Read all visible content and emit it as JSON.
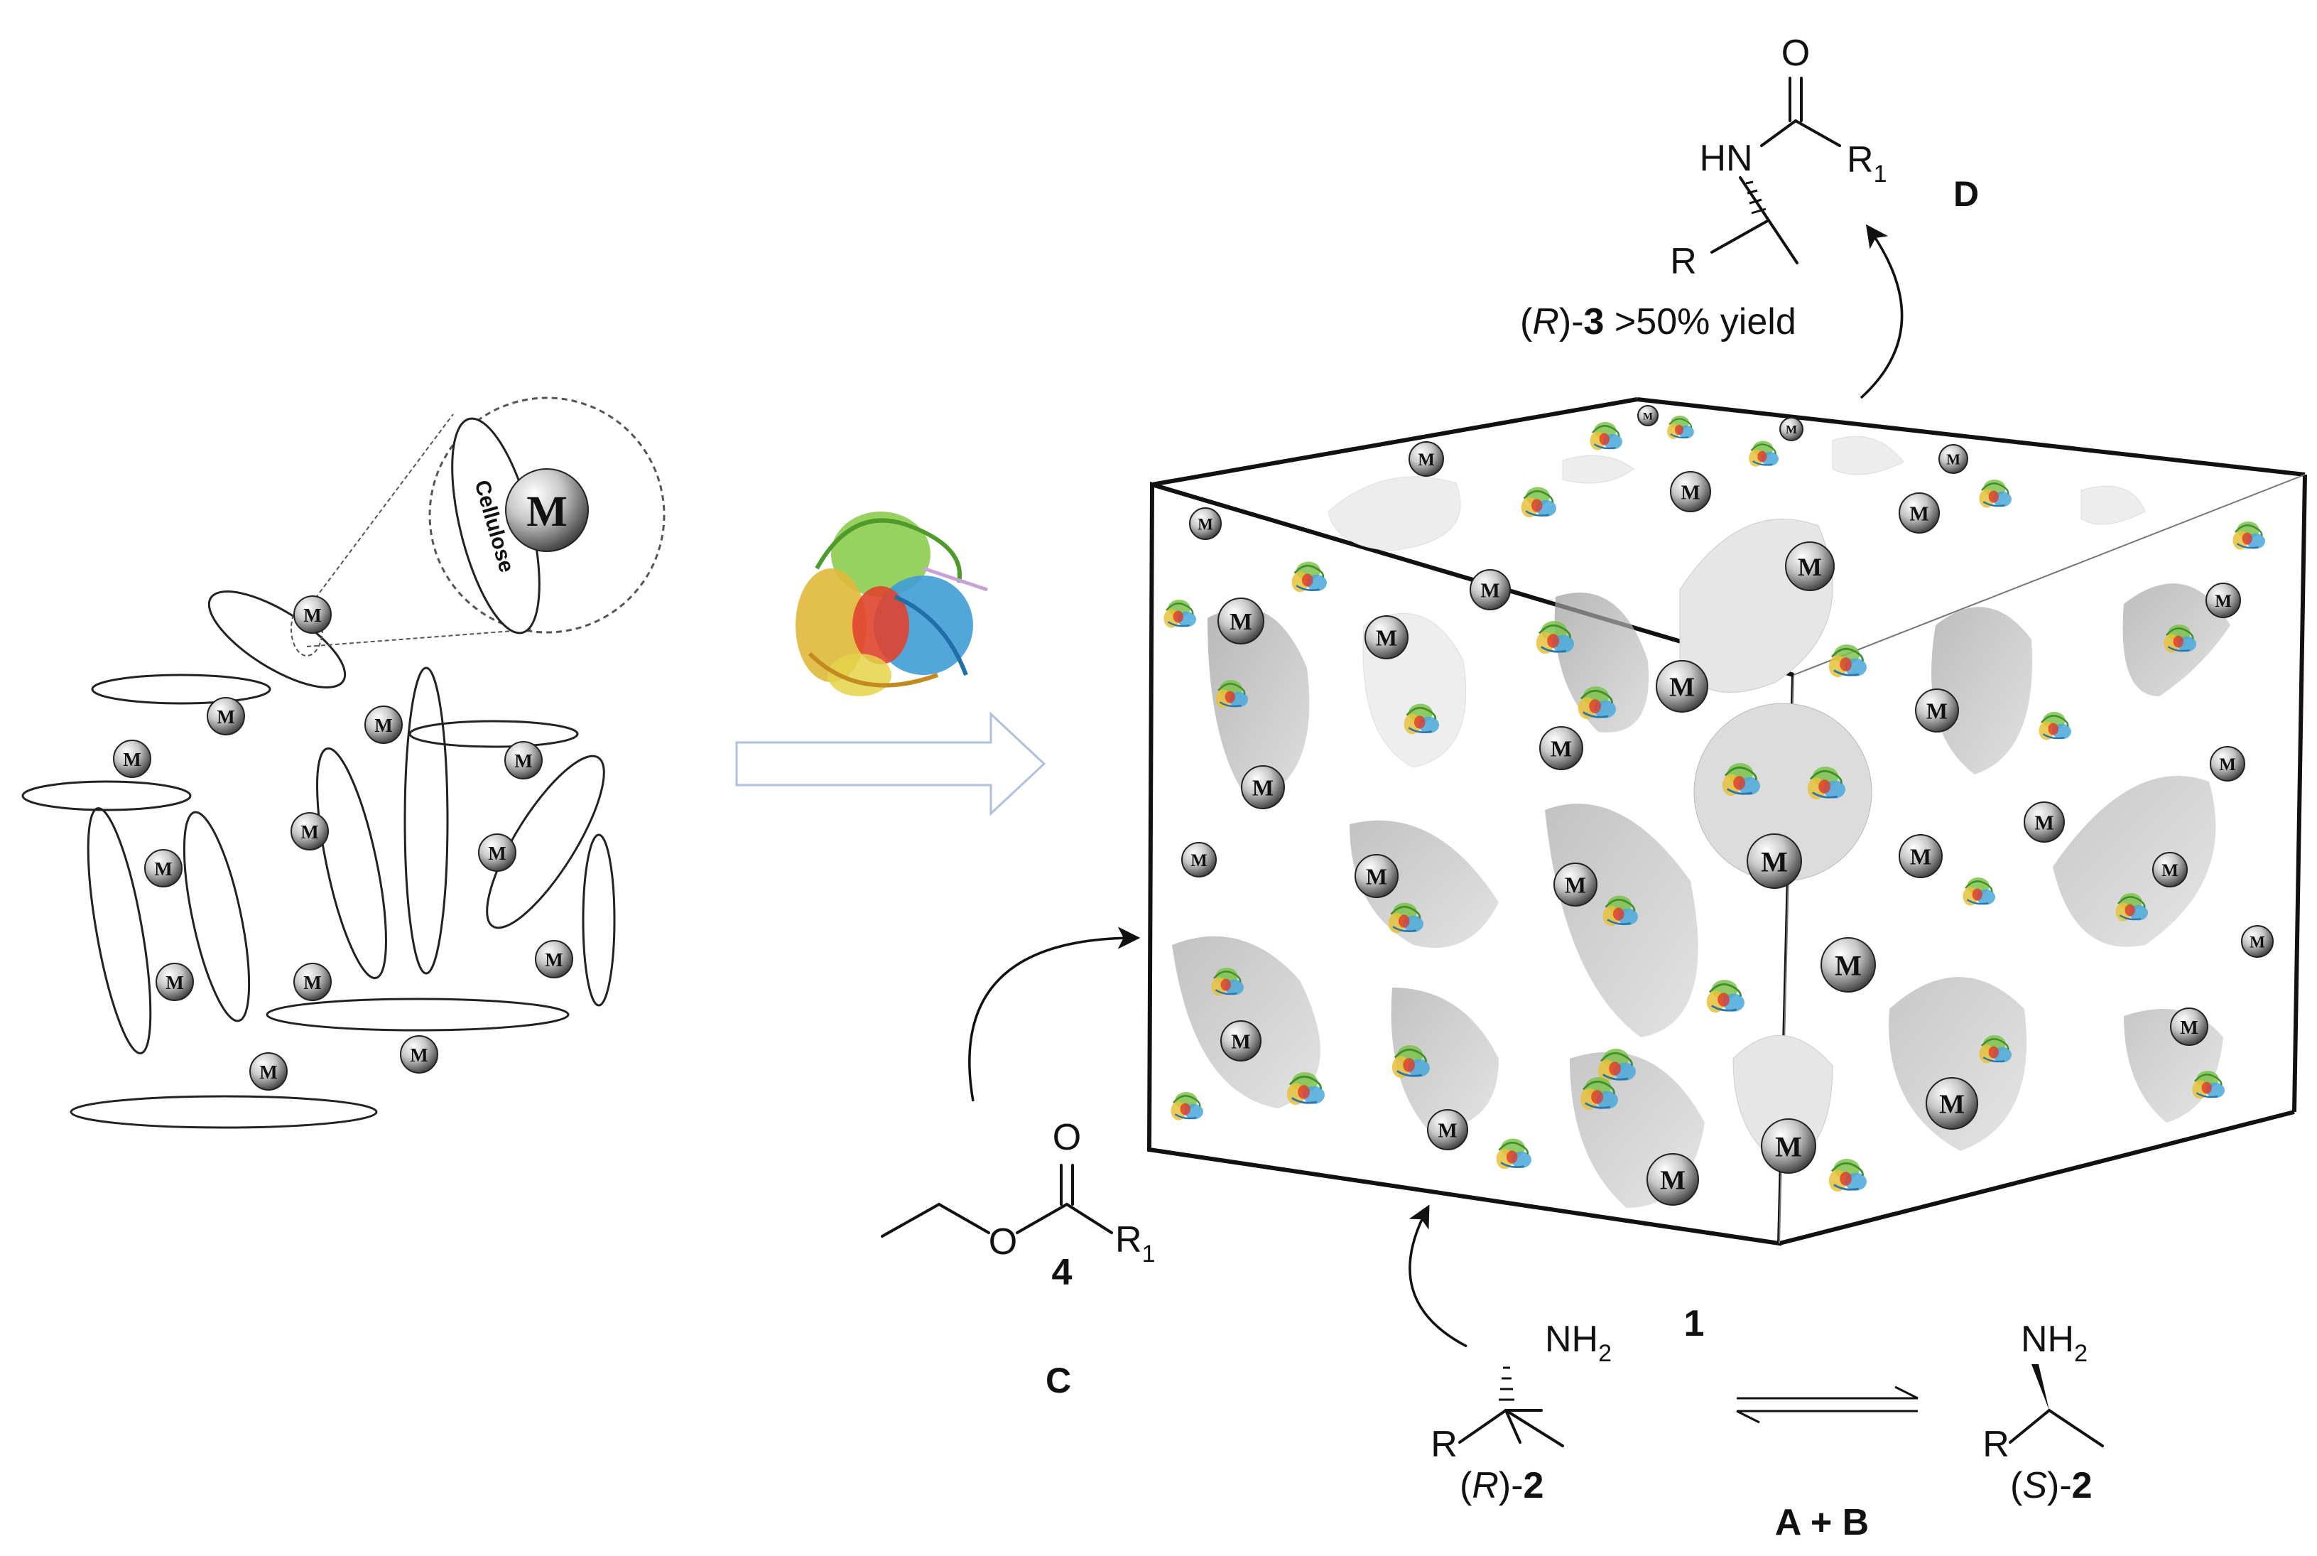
{
  "particle_label": "M",
  "cellulose_label": "Cellulose",
  "product_D": {
    "atom_O": "O",
    "atom_HN": "HN",
    "sub_R1": "R",
    "sub_R1_index": "1",
    "sub_R": "R",
    "name_open": "(",
    "name_italic": "R",
    "name_close": ")-",
    "name_bold": "3",
    "yield_text": " >50% yield",
    "label": "D"
  },
  "ester_4": {
    "atom_O_top": "O",
    "atom_O": "O",
    "sub_R1": "R",
    "sub_R1_index": "1",
    "number": "4",
    "label": "C"
  },
  "cube_label": "1",
  "amine_R": {
    "group": "NH",
    "group_index": "2",
    "sub_R": "R",
    "name_open": "(",
    "name_italic": "R",
    "name_close": ")-",
    "name_bold": "2"
  },
  "amine_S": {
    "group": "NH",
    "group_index": "2",
    "sub_R": "R",
    "name_open": "(",
    "name_italic": "S",
    "name_close": ")-",
    "name_bold": "2"
  },
  "equilibrium_label": "A + B",
  "colors": {
    "outline": "#222222",
    "pore_fill": "#efefef",
    "pore_shadow": "#b8b8b8",
    "hollow_arrow": "#aebfe0",
    "protein_green": "#7cc24a",
    "protein_blue": "#4aa8dc",
    "protein_red": "#e03a2a",
    "protein_yellow": "#e8c23a"
  }
}
